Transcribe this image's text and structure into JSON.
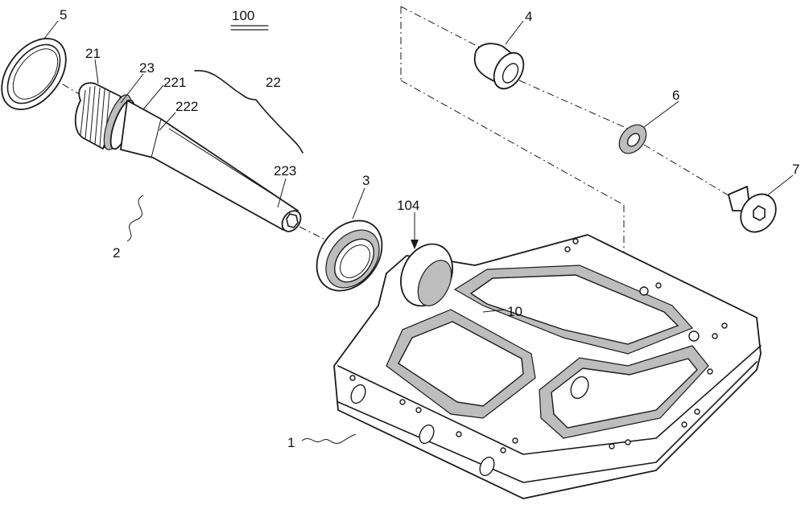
{
  "labels": {
    "assembly": "100",
    "pedal_body": "1",
    "spindle": "2",
    "bearing": "3",
    "bushing": "4",
    "seal_ring": "5",
    "washer": "6",
    "screw": "7",
    "recess": "10",
    "threaded_end": "21",
    "shaft": "22",
    "collar": "23",
    "section_221": "221",
    "section_222": "222",
    "section_223": "223",
    "axle_hole": "104"
  }
}
